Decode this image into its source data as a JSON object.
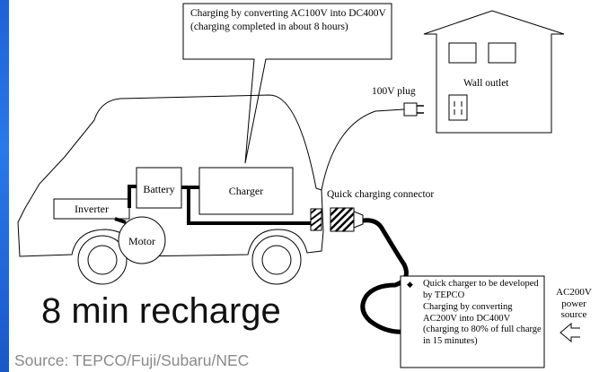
{
  "callout_top": "Charging by converting AC100V into DC400V (charging completed in about 8 hours)",
  "components": {
    "battery": "Battery",
    "charger": "Charger",
    "inverter": "Inverter",
    "motor": "Motor"
  },
  "house": {
    "wall_outlet": "Wall outlet",
    "plug": "100V plug"
  },
  "connector": "Quick charging connector",
  "quick_charger": {
    "bullet": "◆",
    "title": "Quick charger to be developed by TEPCO",
    "description": "Charging by converting AC200V into DC400V (charging to 80% of full charge in 15 minutes)"
  },
  "power_source": "AC200V power source",
  "headline": "8 min recharge",
  "source": "Source: TEPCO/Fuji/Subaru/NEC",
  "colors": {
    "accent_bar": "#2a78ea",
    "source_text": "#8a8a8a"
  }
}
